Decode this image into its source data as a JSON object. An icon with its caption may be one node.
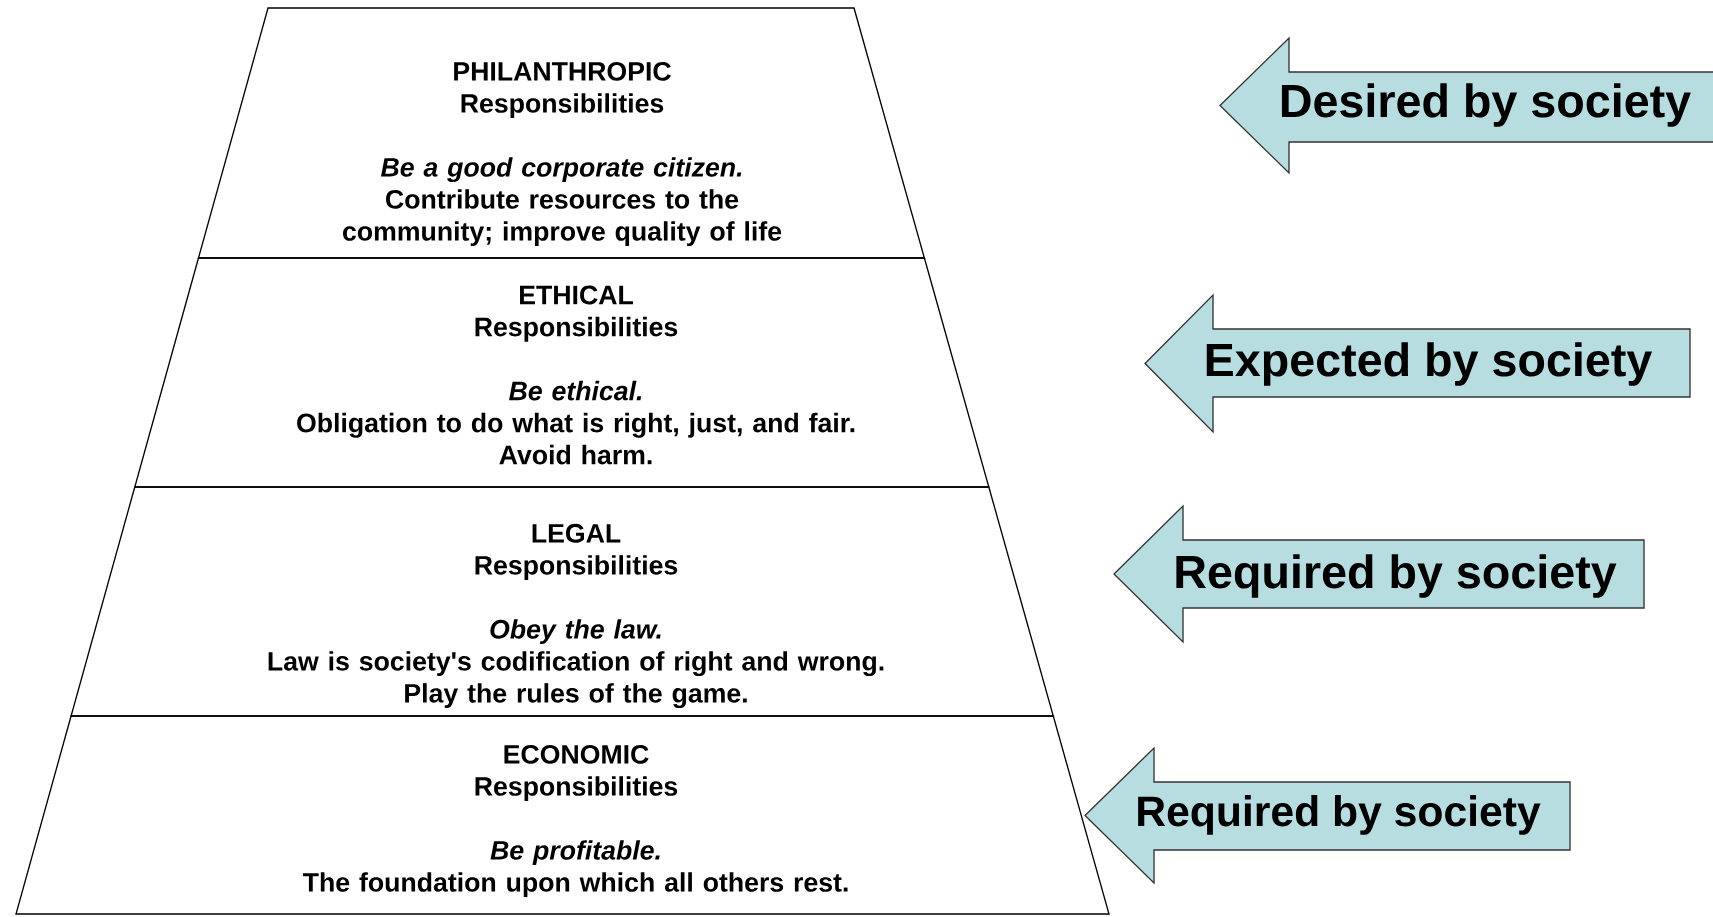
{
  "diagram": {
    "nodes": [
      {
        "text": [
          "PHILANTHROPIC",
          "Responsibilities",
          "Be a good corporate citizen.",
          "Contribute resources to the community; improve quality of life"
        ]
      },
      {
        "text": [
          "ETHICAL",
          "Responsibilities",
          "Be ethical.",
          "Obligation to do what is right, just, and fair.",
          "Avoid harm."
        ]
      },
      {
        "text": [
          "LEGAL",
          "Responsibilities",
          "Obey the law.",
          "Law is society's codification of right and wrong.",
          "Play the rules of the game."
        ]
      },
      {
        "text": [
          "ECONOMIC",
          "Responsibilities",
          "Be profitable.",
          "The foundation upon which all others rest."
        ]
      },
      {
        "text": [
          "Desired by society"
        ]
      },
      {
        "text": [
          "Expected by society"
        ]
      },
      {
        "text": [
          "Required by society"
        ]
      },
      {
        "text": [
          "Required by society"
        ]
      }
    ]
  }
}
